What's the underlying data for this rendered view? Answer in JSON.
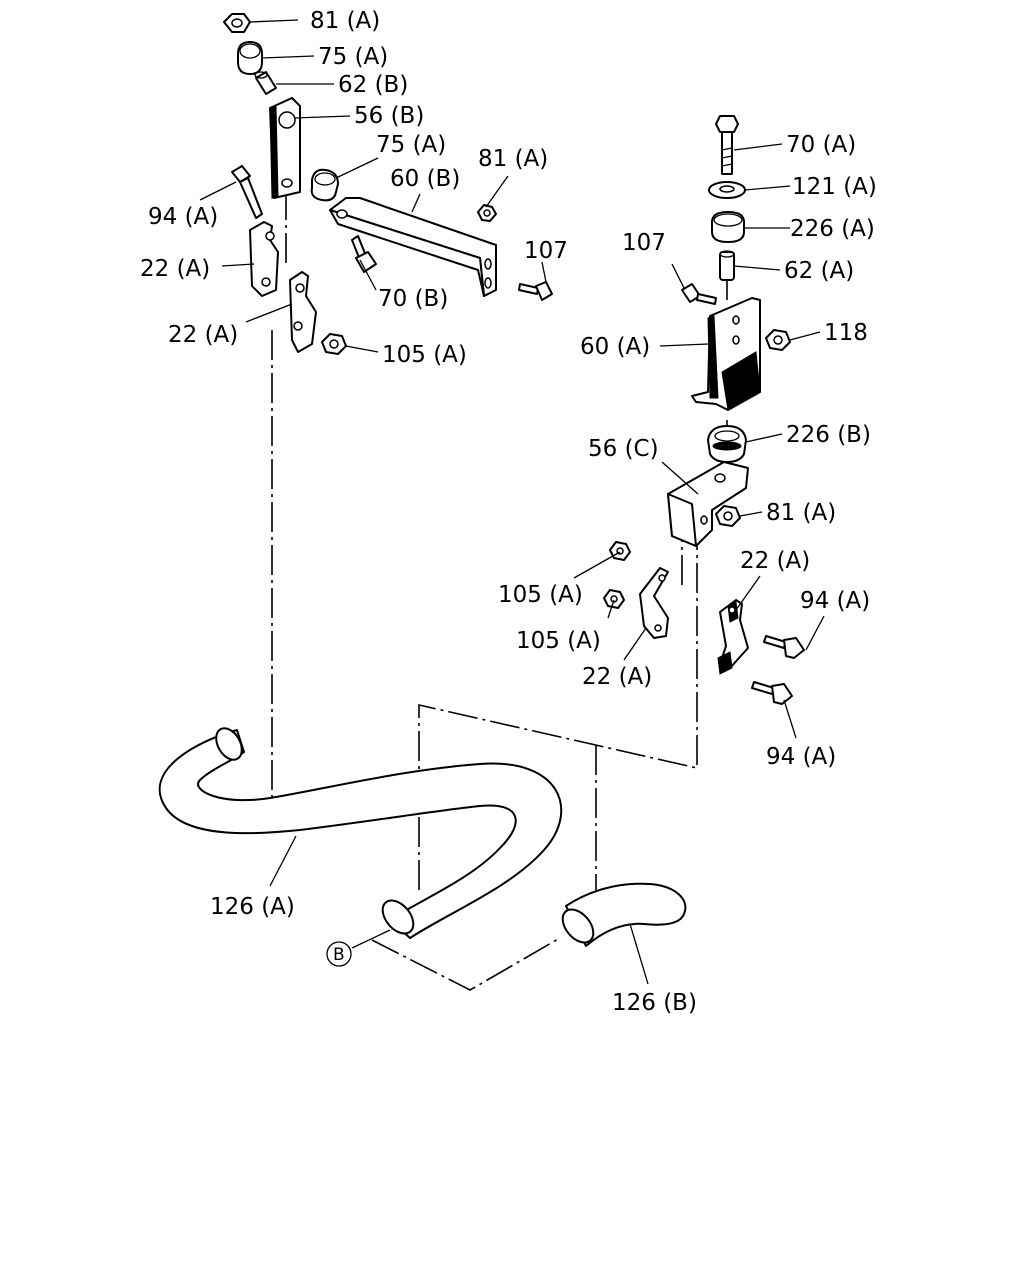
{
  "labels": {
    "nut_81a_top": "81 (A)",
    "bushing_75a_top": "75 (A)",
    "collar_62b": "62 (B)",
    "bracket_56b": "56 (B)",
    "bushing_75a_mid": "75 (A)",
    "nut_81a_mid": "81 (A)",
    "bracket_60b": "60 (B)",
    "bolt_94a_left": "94 (A)",
    "clamp_22a_left1": "22 (A)",
    "clamp_22a_left2": "22 (A)",
    "bolt_70b": "70 (B)",
    "bolt_107_left": "107",
    "nut_105a_left": "105 (A)",
    "bolt_70a": "70 (A)",
    "washer_121a": "121 (A)",
    "mount_226a": "226 (A)",
    "bolt_107_right": "107",
    "collar_62a": "62 (A)",
    "bracket_60a": "60 (A)",
    "nut_118": "118",
    "mount_226b": "226 (B)",
    "bracket_56c": "56 (C)",
    "nut_81a_right": "81 (A)",
    "clamp_22a_right1": "22 (A)",
    "nut_105a_right1": "105 (A)",
    "bolt_94a_right1": "94 (A)",
    "nut_105a_right2": "105 (A)",
    "clamp_22a_right2": "22 (A)",
    "bolt_94a_right2": "94 (A)",
    "pipe_126a": "126 (A)",
    "pipe_126b": "126 (B)",
    "ref_b": "B"
  }
}
